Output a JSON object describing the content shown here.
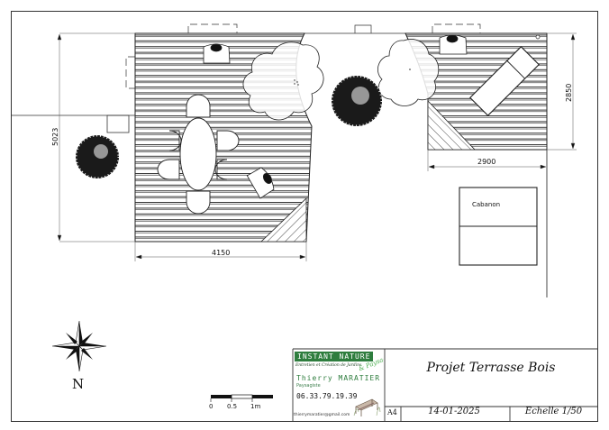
{
  "drawing": {
    "dimensions": {
      "total_depth": "5023",
      "terrace_width": "4150",
      "annex_width": "2900",
      "annex_depth": "2850"
    },
    "labels": {
      "shed": "Cabanon"
    },
    "compass": {
      "north_label": "N"
    },
    "scale_bar": {
      "ticks": [
        "0",
        "0.5",
        "1m"
      ]
    },
    "colors": {
      "line": "#222222",
      "brand_green": "#2e7d3e"
    }
  },
  "title_block": {
    "company": {
      "brand": "INSTANT NATURE",
      "tagline": "Entretien et Création de Jardins",
      "subbrand": "& Paysages",
      "owner": "Thierry MARATIER",
      "role": "Paysagiste",
      "phone": "06.33.79.19.39",
      "email": "thierrymaratier@gmail.com"
    },
    "project_title": "Projet Terrasse Bois",
    "paper_format": "A4",
    "date": "14-01-2025",
    "scale": "Echelle 1/50"
  }
}
